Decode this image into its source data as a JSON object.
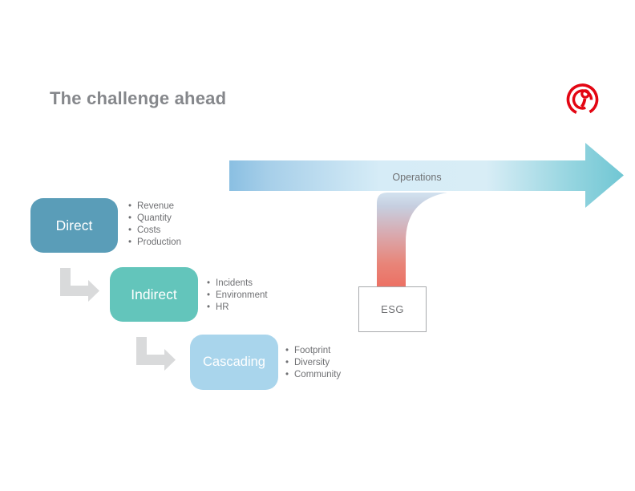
{
  "slide": {
    "title": "The challenge ahead",
    "background": "#ffffff"
  },
  "logo": {
    "name": "gi-group-logo",
    "color": "#e30613"
  },
  "operations": {
    "label": "Operations",
    "gradient": [
      "#8abfe2",
      "#d6ecf7",
      "#96d5e0",
      "#6fc6d3"
    ]
  },
  "esg": {
    "label": "ESG",
    "connector_gradient": [
      "#d3e3f0",
      "#c6cfe0",
      "#d9a9ae",
      "#ec7063"
    ],
    "border_color": "#a8aaad"
  },
  "bullet_char": "•",
  "text_color": "#6f7073",
  "title_color": "#85878b",
  "elbow_arrow_color": "#d9dadb",
  "levels": [
    {
      "label": "Direct",
      "color": "#5a9db8",
      "bullets": [
        "Revenue",
        "Quantity",
        "Costs",
        "Production"
      ]
    },
    {
      "label": "Indirect",
      "color": "#63c5bb",
      "bullets": [
        "Incidents",
        "Environment",
        "HR"
      ]
    },
    {
      "label": "Cascading",
      "color": "#a9d5ec",
      "bullets": [
        "Footprint",
        "Diversity",
        "Community"
      ]
    }
  ]
}
